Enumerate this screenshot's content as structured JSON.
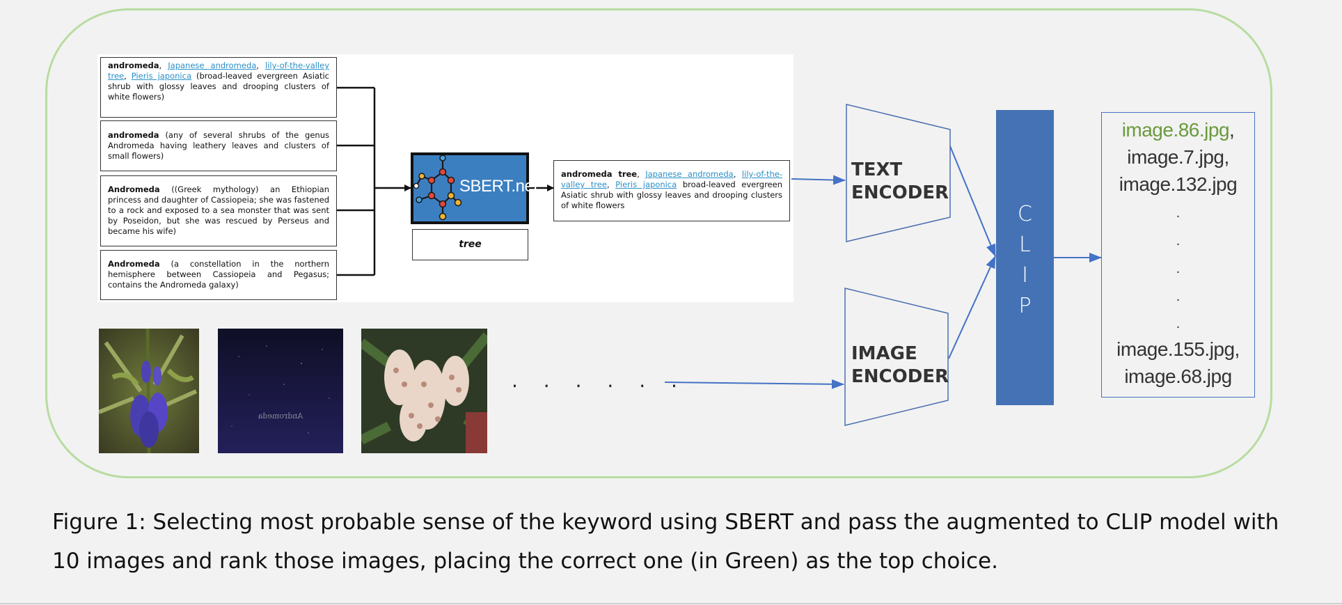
{
  "senses": [
    {
      "head": "andromeda",
      "links": [
        "Japanese andromeda",
        "lily-of-the-valley tree",
        "Pieris japonica"
      ],
      "gloss": "(broad-leaved evergreen Asiatic shrub with glossy leaves and drooping clusters of white flowers)"
    },
    {
      "head": "andromeda",
      "gloss": "(any of several shrubs of the genus Andromeda having leathery leaves and clusters of small flowers)"
    },
    {
      "head": "Andromeda",
      "gloss": "((Greek mythology) an Ethiopian princess and daughter of Cassiopeia; she was fastened to a rock and exposed to a sea monster that was sent by Poseidon, but she was rescued by Perseus and became his wife)"
    },
    {
      "head": "Andromeda",
      "gloss": "(a constellation in the northern hemisphere between Cassiopeia and Pegasus; contains the Andromeda galaxy)"
    }
  ],
  "sbert": {
    "logo_text": "SBERT.net",
    "keyword": "tree"
  },
  "augmented": {
    "head": "andromeda tree",
    "links": [
      "Japanese andromeda",
      "lily-of-the-valley tree",
      "Pieris japonica"
    ],
    "gloss": "broad-leaved evergreen Asiatic shrub with glossy leaves and drooping clusters of white flowers"
  },
  "encoders": {
    "text": [
      "TEXT",
      "ENCODER"
    ],
    "image": [
      "IMAGE",
      "ENCODER"
    ]
  },
  "clip": {
    "letters": [
      "C",
      "L",
      "I",
      "P"
    ]
  },
  "results": {
    "top": "image.86.jpg",
    "top_sep": ",",
    "next": [
      "image.7.jpg,",
      "image.132.jpg"
    ],
    "dots": [
      ".",
      ".",
      ".",
      ".",
      "."
    ],
    "tail": [
      "image.155.jpg,",
      "image.68.jpg"
    ]
  },
  "thumbnail_ellipsis": ". . . . . .",
  "thumbnail_text": "Andromeda",
  "colors": {
    "sbert_blue": "#3c7fc1",
    "clip_blue": "#4472b4",
    "correct_green": "#6a9a3c",
    "arrow_blue": "#4472c4",
    "frame_green": "#b8dca0"
  },
  "caption": {
    "line1": "Figure 1: Selecting most probable sense of the keyword using SBERT and pass the augmented to CLIP model with",
    "line2": "10 images and rank those images, placing the correct one (in Green) as the top choice."
  }
}
